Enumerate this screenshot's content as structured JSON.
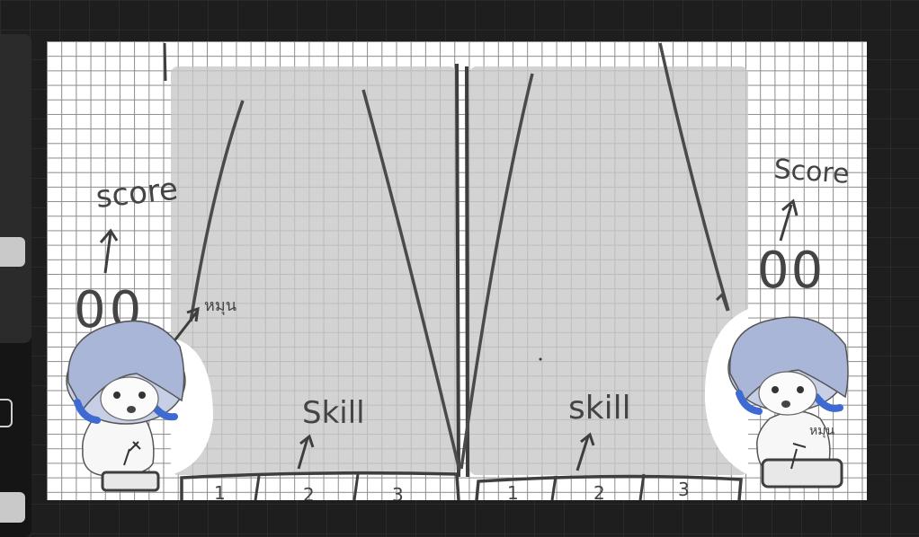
{
  "sketch": {
    "left_score_label": "score",
    "left_score_value": "00",
    "left_avatar_note": "หมุน",
    "right_score_label": "Score",
    "right_score_value": "00",
    "right_avatar_note": "หมุน",
    "left_skill_label": "Skill",
    "right_skill_label": "skill",
    "left_slots": [
      "1",
      "2",
      "3"
    ],
    "right_slots": [
      "1",
      "2",
      "3"
    ]
  }
}
